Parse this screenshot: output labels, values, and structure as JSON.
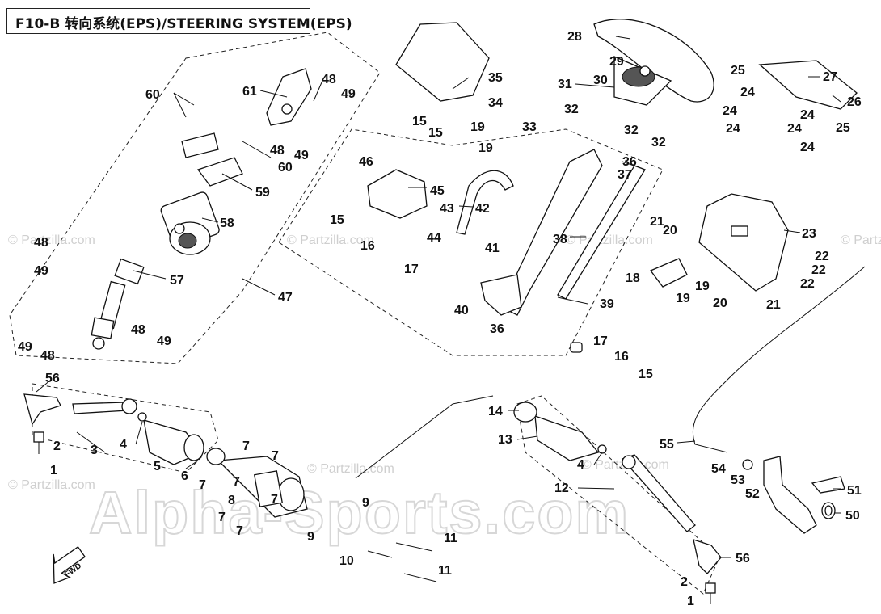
{
  "title": "F10-B 转向系统(EPS)/STEERING SYSTEM(EPS)",
  "watermarks": {
    "site": "© Partzilla.com",
    "big": "Alpha-Sports.com"
  },
  "fwd_label": "FWD",
  "callouts": {
    "c1a": "1",
    "c1b": "1",
    "c2a": "2",
    "c2b": "2",
    "c3": "3",
    "c4a": "4",
    "c4b": "4",
    "c5": "5",
    "c6": "6",
    "c7a": "7",
    "c7b": "7",
    "c7c": "7",
    "c7d": "7",
    "c7e": "7",
    "c7f": "7",
    "c7g": "7",
    "c8": "8",
    "c9a": "9",
    "c9b": "9",
    "c10": "10",
    "c11a": "11",
    "c11b": "11",
    "c12": "12",
    "c13": "13",
    "c14": "14",
    "c15a": "15",
    "c15b": "15",
    "c15c": "15",
    "c15d": "15",
    "c16a": "16",
    "c16b": "16",
    "c17a": "17",
    "c17b": "17",
    "c18": "18",
    "c19a": "19",
    "c19b": "19",
    "c19c": "19",
    "c19d": "19",
    "c20a": "20",
    "c20b": "20",
    "c21a": "21",
    "c21b": "21",
    "c22a": "22",
    "c22b": "22",
    "c22c": "22",
    "c23": "23",
    "c24a": "24",
    "c24b": "24",
    "c24c": "24",
    "c24d": "24",
    "c24e": "24",
    "c24f": "24",
    "c25a": "25",
    "c25b": "25",
    "c26": "26",
    "c27": "27",
    "c28": "28",
    "c29": "29",
    "c30": "30",
    "c31": "31",
    "c32a": "32",
    "c32b": "32",
    "c32c": "32",
    "c33": "33",
    "c34": "34",
    "c35": "35",
    "c36a": "36",
    "c36b": "36",
    "c37": "37",
    "c38": "38",
    "c39": "39",
    "c40": "40",
    "c41": "41",
    "c42": "42",
    "c43": "43",
    "c44": "44",
    "c45": "45",
    "c46": "46",
    "c47": "47",
    "c48a": "48",
    "c48b": "48",
    "c48c": "48",
    "c48d": "48",
    "c48e": "48",
    "c49a": "49",
    "c49b": "49",
    "c49c": "49",
    "c49d": "49",
    "c49e": "49",
    "c50": "50",
    "c51": "51",
    "c52": "52",
    "c53": "53",
    "c54": "54",
    "c55": "55",
    "c56a": "56",
    "c56b": "56",
    "c57": "57",
    "c58": "58",
    "c59": "59",
    "c60a": "60",
    "c60b": "60",
    "c61": "61"
  }
}
